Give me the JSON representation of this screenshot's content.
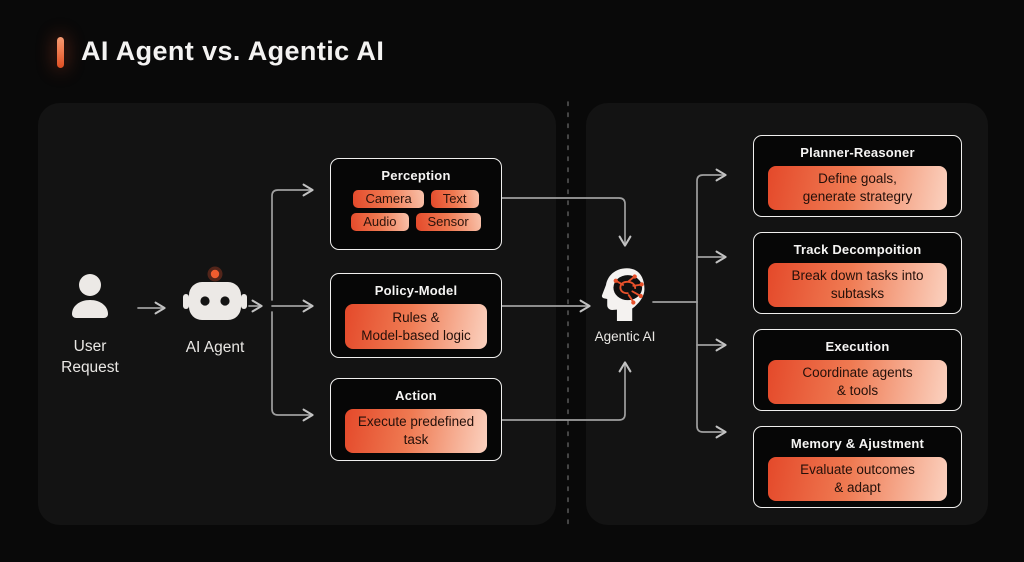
{
  "header": {
    "title": "AI Agent vs. Agentic AI"
  },
  "left_panel": {
    "user_label_line1": "User",
    "user_label_line2": "Request",
    "agent_label": "AI Agent",
    "boxes": [
      {
        "title": "Perception",
        "tags": [
          "Camera",
          "Text",
          "Audio",
          "Sensor"
        ]
      },
      {
        "title": "Policy-Model",
        "lines": [
          "Rules &",
          "Model-based logic"
        ]
      },
      {
        "title": "Action",
        "lines": [
          "Execute predefined",
          "task"
        ]
      }
    ]
  },
  "right_panel": {
    "agentic_label": "Agentic AI",
    "boxes": [
      {
        "title": "Planner-Reasoner",
        "lines": [
          "Define goals,",
          "generate strategry"
        ]
      },
      {
        "title": "Track Decompoition",
        "lines": [
          "Break down tasks into",
          "subtasks"
        ]
      },
      {
        "title": "Execution",
        "lines": [
          "Coordinate agents",
          "& tools"
        ]
      },
      {
        "title": "Memory & Ajustment",
        "lines": [
          "Evaluate outcomes",
          "& adapt"
        ]
      }
    ]
  },
  "colors": {
    "background": "#090909",
    "panel": "#131313",
    "accent": "#e8512b",
    "pill_gradient_start": "#e4492a",
    "pill_gradient_end": "#fbd2c0",
    "box_border": "#f0efee",
    "arrow": "#9f9f9f",
    "text_light": "#f4f3f2",
    "text_dark": "#24100a"
  }
}
